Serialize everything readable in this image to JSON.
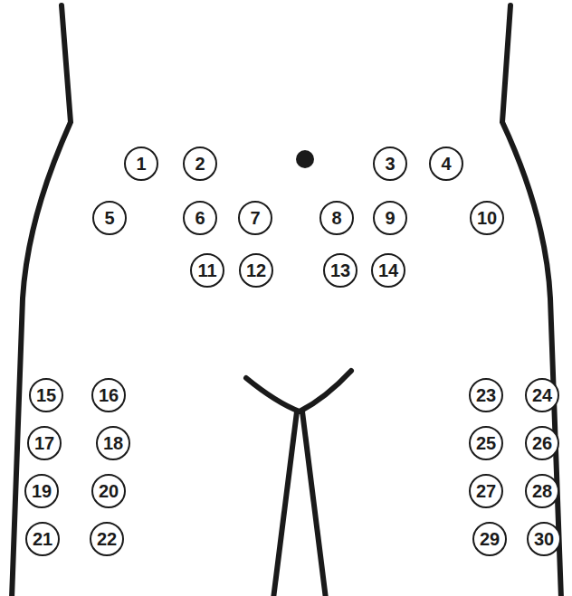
{
  "diagram": {
    "nodes": [
      {
        "text": [
          "1"
        ]
      },
      {
        "text": [
          "2"
        ]
      },
      {
        "text": [
          "3"
        ]
      },
      {
        "text": [
          "4"
        ]
      },
      {
        "text": [
          "5"
        ]
      },
      {
        "text": [
          "6"
        ]
      },
      {
        "text": [
          "7"
        ]
      },
      {
        "text": [
          "8"
        ]
      },
      {
        "text": [
          "9"
        ]
      },
      {
        "text": [
          "10"
        ]
      },
      {
        "text": [
          "11"
        ]
      },
      {
        "text": [
          "12"
        ]
      },
      {
        "text": [
          "13"
        ]
      },
      {
        "text": [
          "14"
        ]
      },
      {
        "text": [
          "15"
        ]
      },
      {
        "text": [
          "16"
        ]
      },
      {
        "text": [
          "17"
        ]
      },
      {
        "text": [
          "18"
        ]
      },
      {
        "text": [
          "19"
        ]
      },
      {
        "text": [
          "20"
        ]
      },
      {
        "text": [
          "21"
        ]
      },
      {
        "text": [
          "22"
        ]
      },
      {
        "text": [
          "23"
        ]
      },
      {
        "text": [
          "24"
        ]
      },
      {
        "text": [
          "25"
        ]
      },
      {
        "text": [
          "26"
        ]
      },
      {
        "text": [
          "27"
        ]
      },
      {
        "text": [
          "28"
        ]
      },
      {
        "text": [
          "29"
        ]
      },
      {
        "text": [
          "30"
        ]
      }
    ]
  }
}
